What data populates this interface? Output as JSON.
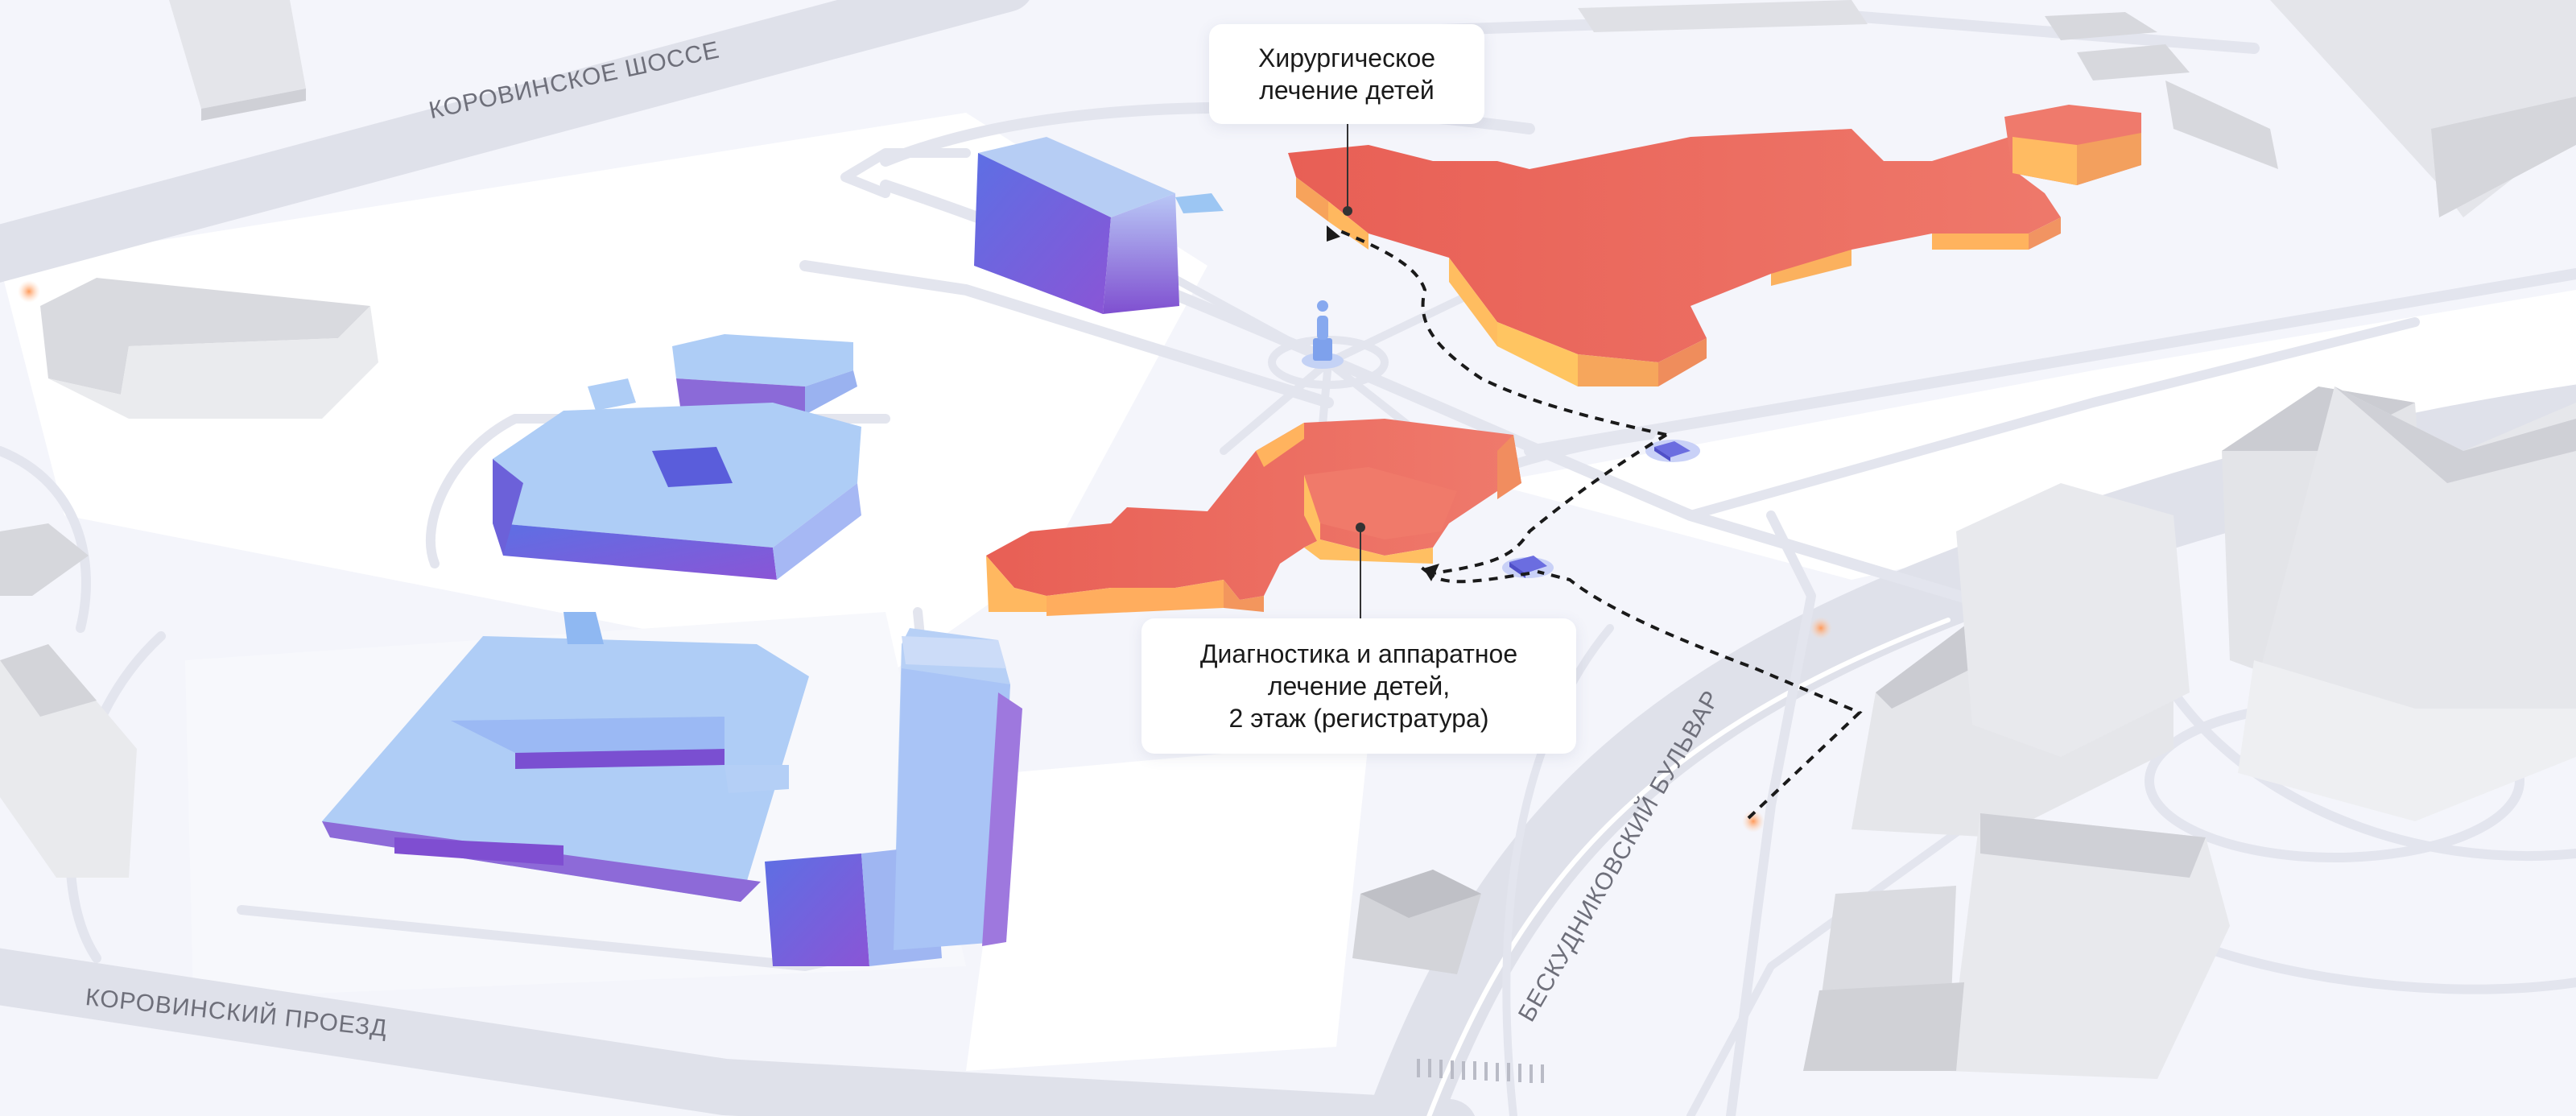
{
  "map": {
    "callouts": {
      "surgery": {
        "lines": [
          "Хирургическое",
          "лечение детей"
        ]
      },
      "diagnostics": {
        "lines": [
          "Диагностика и аппаратное",
          "лечение детей,",
          "2 этаж (регистратура)"
        ]
      }
    },
    "streets": {
      "korovinskoe": "КОРОВИНСКОЕ ШОССЕ",
      "proezd": "КОРОВИНСКИЙ ПРОЕЗД",
      "beskudnikovsky": "БЕСКУДНИКОВСКИЙ БУЛЬВАР"
    },
    "icons": [
      "statue-icon",
      "entrance-marker-icon",
      "orange-poi-dot-icon"
    ],
    "colors": {
      "background": "#f4f5fb",
      "road": "#dfe1ea",
      "highlight_building_top": "#e8665a",
      "highlight_building_side": "#ffb15a",
      "campus_building_top": "#aecdf6",
      "campus_building_side": "#6a55d8",
      "neighbor_building": "#d4d5da",
      "route_line": "#1a1a1a",
      "poi_dot": "#ffab6a"
    }
  }
}
